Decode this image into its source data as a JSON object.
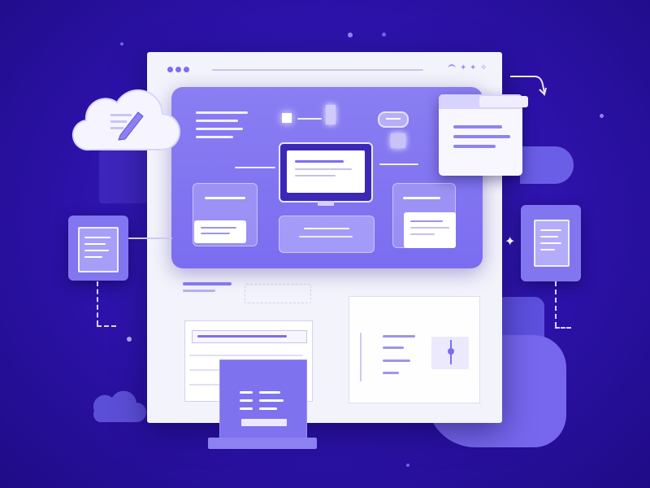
{
  "scene": {
    "colors": {
      "background": "#2c12a8",
      "accent": "#7b6df0",
      "accent_light": "#a79ff7",
      "page": "#f3f3fb",
      "white": "#ffffff"
    },
    "icons": [
      "cloud-icon",
      "pen-icon",
      "document-icon",
      "monitor-icon",
      "sparkle-icon",
      "wifi-icon",
      "star-icon",
      "chart-widget-icon"
    ],
    "browser": {
      "window_controls": [
        "red-dot",
        "yellow-dot",
        "green-dot"
      ]
    }
  }
}
